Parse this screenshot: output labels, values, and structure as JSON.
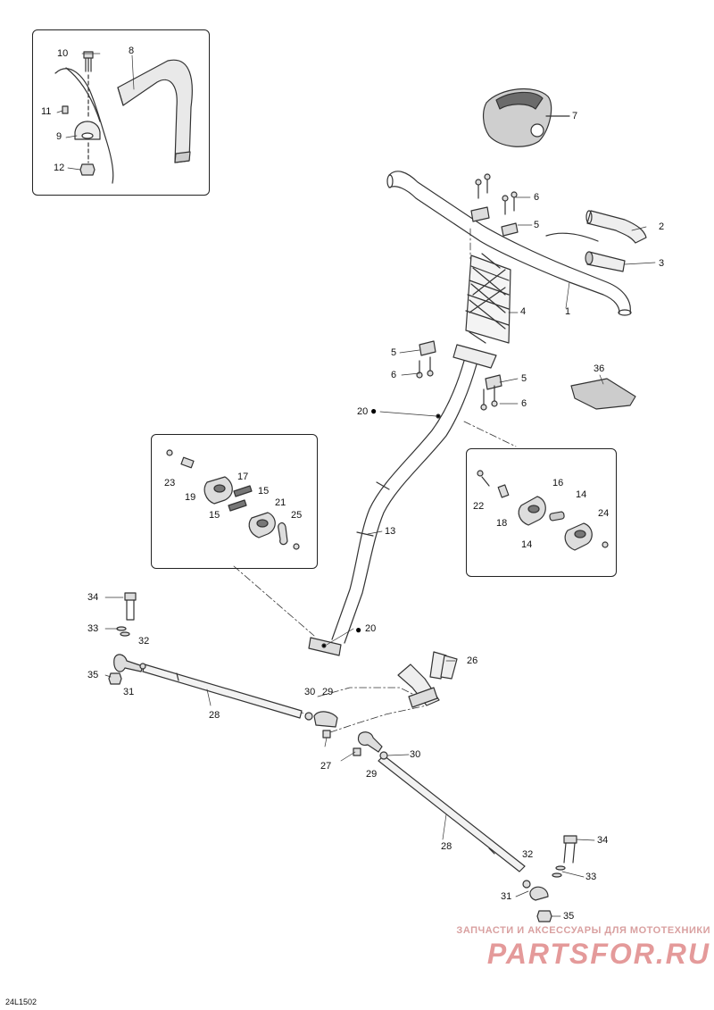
{
  "drawing_id": "24L1502",
  "callouts": [
    {
      "id": "c10",
      "text": "10"
    },
    {
      "id": "c8",
      "text": "8"
    },
    {
      "id": "c11",
      "text": "11"
    },
    {
      "id": "c9",
      "text": "9"
    },
    {
      "id": "c12",
      "text": "12"
    },
    {
      "id": "c7",
      "text": "7"
    },
    {
      "id": "c6a",
      "text": "6"
    },
    {
      "id": "c5a",
      "text": "5"
    },
    {
      "id": "c2",
      "text": "2"
    },
    {
      "id": "c3",
      "text": "3"
    },
    {
      "id": "c4",
      "text": "4"
    },
    {
      "id": "c1",
      "text": "1"
    },
    {
      "id": "c5b",
      "text": "5"
    },
    {
      "id": "c6b",
      "text": "6"
    },
    {
      "id": "c5c",
      "text": "5"
    },
    {
      "id": "c6c",
      "text": "6"
    },
    {
      "id": "c36",
      "text": "36"
    },
    {
      "id": "c20a",
      "text": "20"
    },
    {
      "id": "c23",
      "text": "23"
    },
    {
      "id": "c19",
      "text": "19"
    },
    {
      "id": "c17",
      "text": "17"
    },
    {
      "id": "c15a",
      "text": "15"
    },
    {
      "id": "c15b",
      "text": "15"
    },
    {
      "id": "c21",
      "text": "21"
    },
    {
      "id": "c25",
      "text": "25"
    },
    {
      "id": "c22",
      "text": "22"
    },
    {
      "id": "c18",
      "text": "18"
    },
    {
      "id": "c16",
      "text": "16"
    },
    {
      "id": "c14a",
      "text": "14"
    },
    {
      "id": "c14b",
      "text": "14"
    },
    {
      "id": "c24",
      "text": "24"
    },
    {
      "id": "c13",
      "text": "13"
    },
    {
      "id": "c20b",
      "text": "20"
    },
    {
      "id": "c34a",
      "text": "34"
    },
    {
      "id": "c33a",
      "text": "33"
    },
    {
      "id": "c32a",
      "text": "32"
    },
    {
      "id": "c35a",
      "text": "35"
    },
    {
      "id": "c31a",
      "text": "31"
    },
    {
      "id": "c26",
      "text": "26"
    },
    {
      "id": "c28a",
      "text": "28"
    },
    {
      "id": "c30a",
      "text": "30"
    },
    {
      "id": "c29a",
      "text": "29"
    },
    {
      "id": "c27",
      "text": "27"
    },
    {
      "id": "c29b",
      "text": "29"
    },
    {
      "id": "c30b",
      "text": "30"
    },
    {
      "id": "c28b",
      "text": "28"
    },
    {
      "id": "c34b",
      "text": "34"
    },
    {
      "id": "c32b",
      "text": "32"
    },
    {
      "id": "c33b",
      "text": "33"
    },
    {
      "id": "c31b",
      "text": "31"
    },
    {
      "id": "c35b",
      "text": "35"
    }
  ],
  "watermark": {
    "caption": "ЗАПЧАСТИ И АКСЕССУАРЫ ДЛЯ МОТОТЕХНИКИ",
    "logo": "PARTSFOR.RU"
  }
}
